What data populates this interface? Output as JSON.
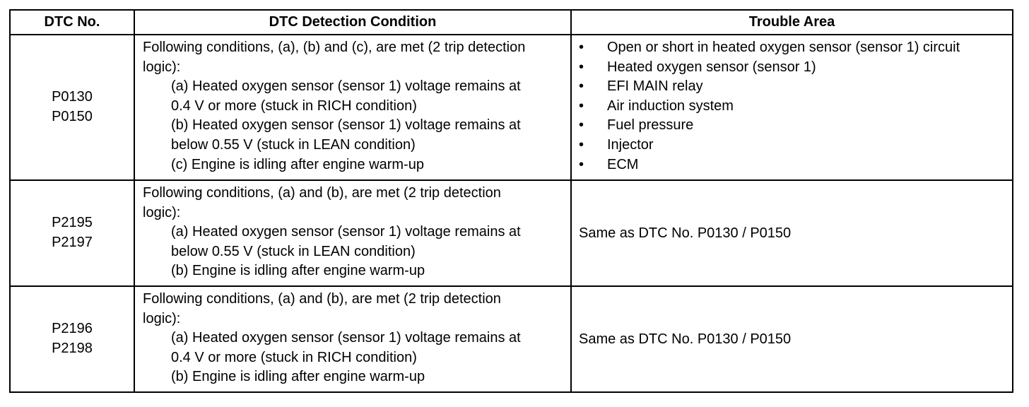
{
  "headers": {
    "dtc_no": "DTC No.",
    "condition": "DTC Detection Condition",
    "trouble_area": "Trouble Area"
  },
  "rows": [
    {
      "codes": [
        "P0130",
        "P0150"
      ],
      "condition": {
        "intro": [
          "Following conditions, (a), (b) and (c), are met (2 trip detection",
          "logic):"
        ],
        "items": [
          [
            "(a) Heated oxygen sensor (sensor 1) voltage remains at",
            "0.4 V or more (stuck in RICH condition)"
          ],
          [
            "(b) Heated oxygen sensor (sensor 1) voltage remains at",
            "below 0.55 V (stuck in LEAN condition)"
          ],
          [
            "(c) Engine is idling after engine warm-up"
          ]
        ]
      },
      "trouble_area": {
        "bullet": "•",
        "list": [
          "Open or short in heated oxygen sensor (sensor 1) circuit",
          "Heated oxygen sensor (sensor 1)",
          "EFI MAIN relay",
          "Air induction system",
          "Fuel pressure",
          "Injector",
          "ECM"
        ]
      }
    },
    {
      "codes": [
        "P2195",
        "P2197"
      ],
      "condition": {
        "intro": [
          "Following conditions, (a) and (b), are met (2 trip detection",
          "logic):"
        ],
        "items": [
          [
            "(a) Heated oxygen sensor (sensor 1) voltage remains at",
            "below 0.55 V (stuck in LEAN condition)"
          ],
          [
            "(b) Engine is idling after engine warm-up"
          ]
        ]
      },
      "trouble_area": {
        "text": "Same as DTC No. P0130 / P0150"
      }
    },
    {
      "codes": [
        "P2196",
        "P2198"
      ],
      "condition": {
        "intro": [
          "Following conditions, (a) and (b), are met (2 trip detection",
          "logic):"
        ],
        "items": [
          [
            "(a) Heated oxygen sensor (sensor 1) voltage remains at",
            "0.4 V or more (stuck in RICH condition)"
          ],
          [
            "(b) Engine is idling after engine warm-up"
          ]
        ]
      },
      "trouble_area": {
        "text": "Same as DTC No. P0130 / P0150"
      }
    }
  ]
}
